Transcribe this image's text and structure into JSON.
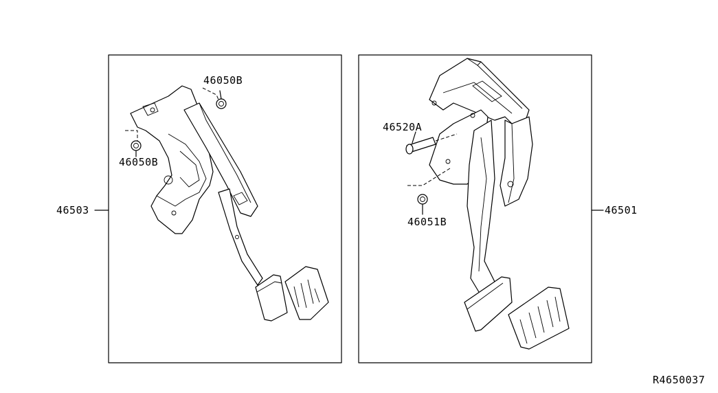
{
  "labels": {
    "assy_left": "46503",
    "assy_right": "46501",
    "nut_left_top": "46050B",
    "nut_left_bottom": "46050B",
    "pin": "46520A",
    "nut_right": "46051B",
    "drawing_code": "R4650037"
  }
}
